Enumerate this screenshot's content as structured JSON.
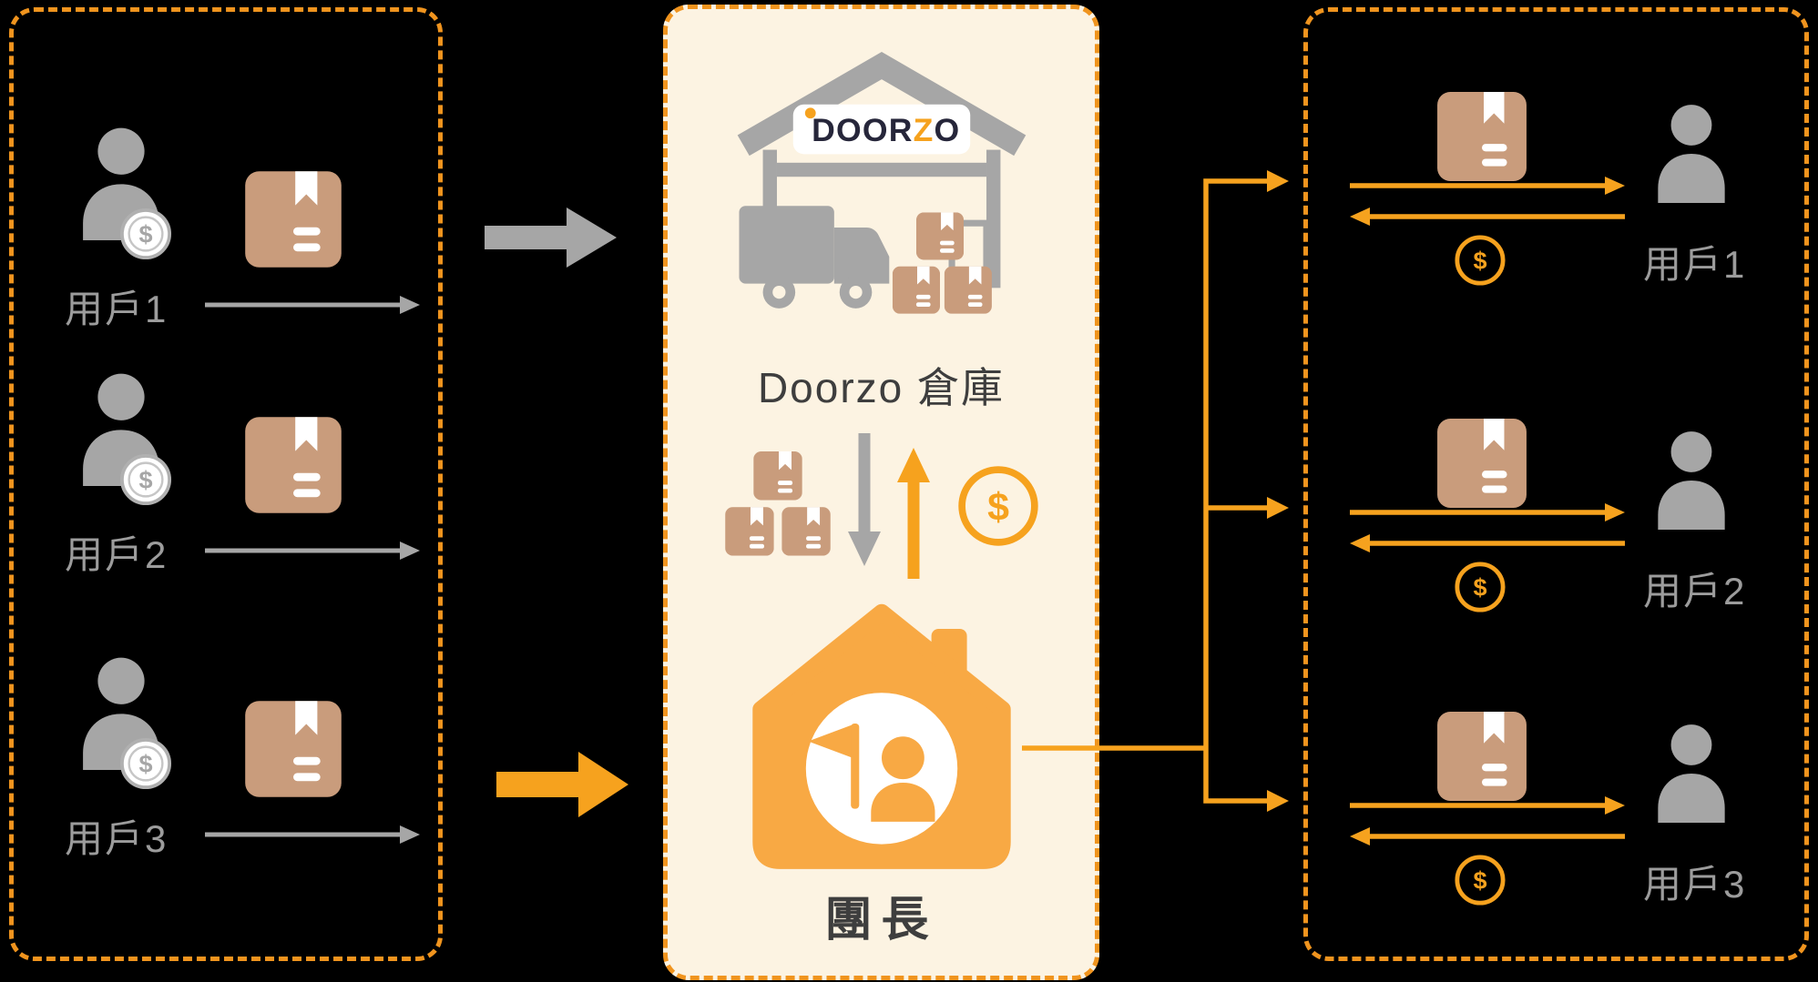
{
  "colors": {
    "background": "#000000",
    "accent_orange": "#F6A21E",
    "border_orange": "#F0941E",
    "house_orange": "#F8A944",
    "gray": "#A6A6A6",
    "package_tan": "#C99C7C",
    "panel_cream": "#FCF3E2",
    "label_gray": "#9C9C9C",
    "dark_text": "#3E3E3E"
  },
  "symbols": {
    "dollar": "$"
  },
  "left_panel": {
    "users": [
      {
        "label": "用戶1"
      },
      {
        "label": "用戶2"
      },
      {
        "label": "用戶3"
      }
    ]
  },
  "center_panel": {
    "logo": {
      "part1": "DOOR",
      "part2": "Z",
      "part3": "O"
    },
    "warehouse_label": "Doorzo 倉庫",
    "leader_label": "團長"
  },
  "right_panel": {
    "users": [
      {
        "label": "用戶1"
      },
      {
        "label": "用戶2"
      },
      {
        "label": "用戶3"
      }
    ]
  }
}
